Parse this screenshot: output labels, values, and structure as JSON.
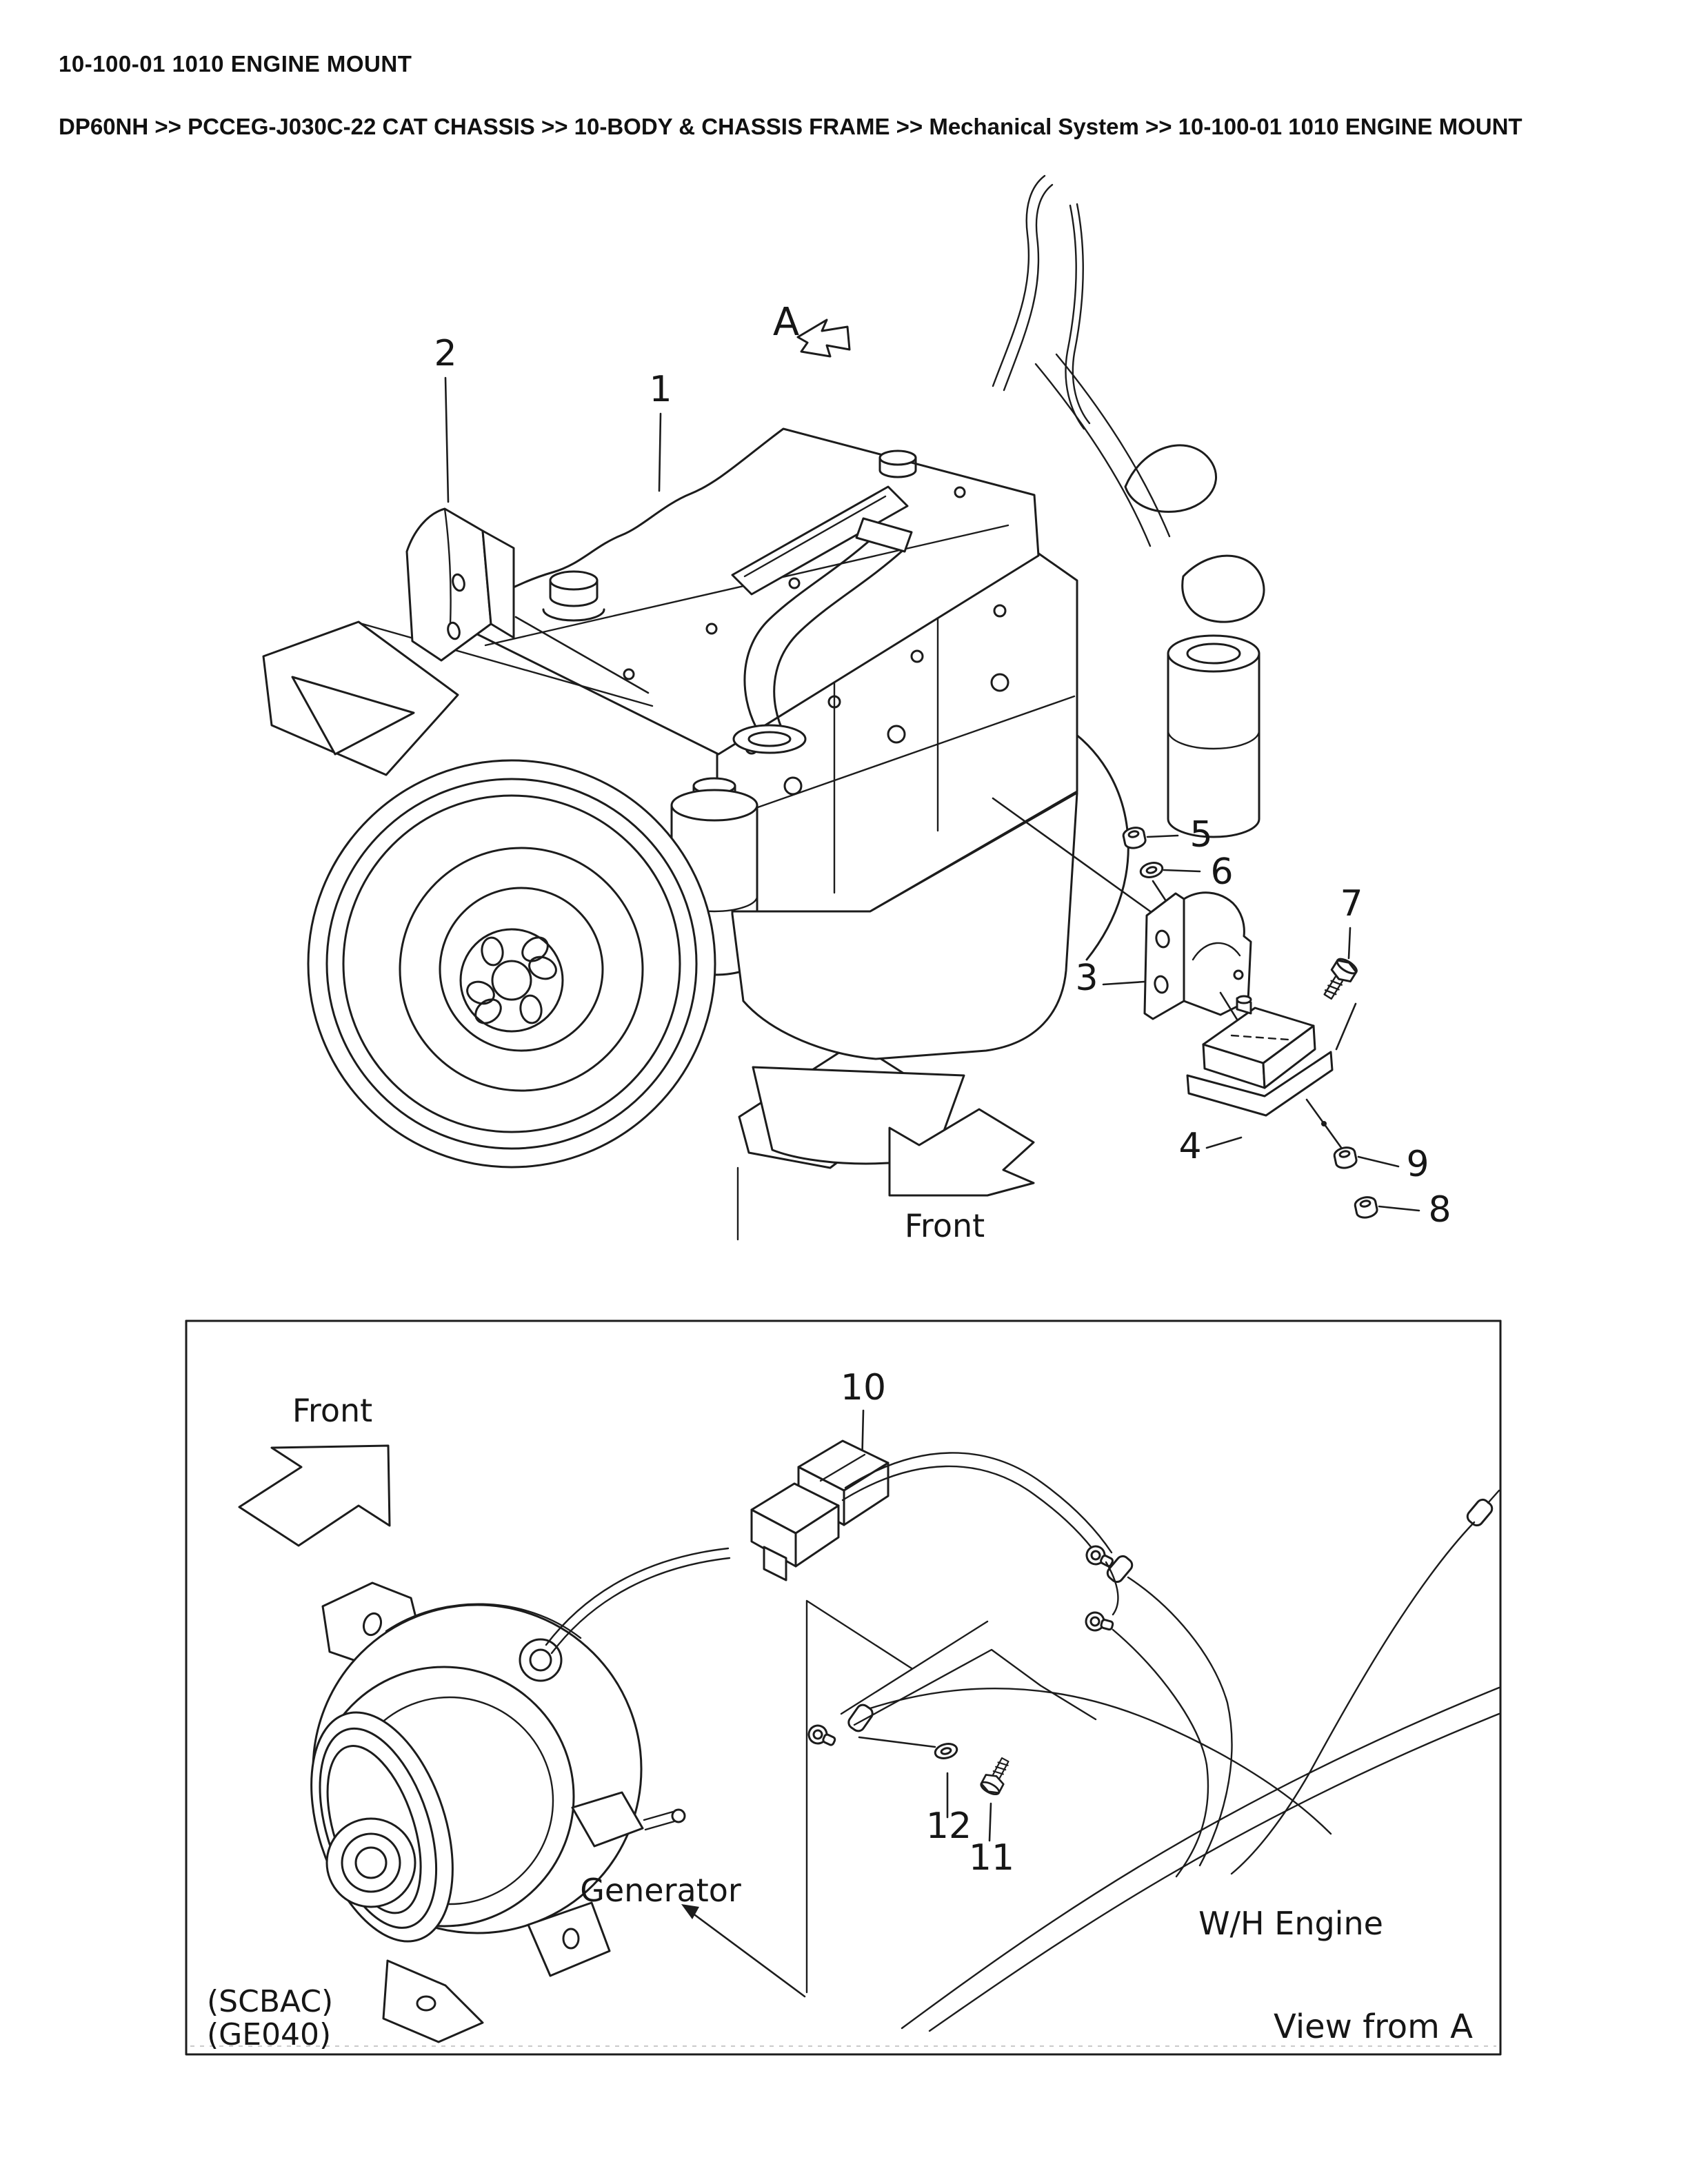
{
  "page": {
    "title": "10-100-01 1010 ENGINE MOUNT",
    "breadcrumb": "DP60NH >> PCCEG-J030C-22 CAT CHASSIS >> 10-BODY & CHASSIS FRAME >> Mechanical System >> 10-100-01 1010 ENGINE MOUNT"
  },
  "colors": {
    "ink": "#1c1c1c",
    "paper": "#ffffff"
  },
  "top_diagram": {
    "view_arrow_label": "A",
    "front_label": "Front",
    "callouts": {
      "c1": "1",
      "c2": "2",
      "c3": "3",
      "c4": "4",
      "c5": "5",
      "c6": "6",
      "c7": "7",
      "c8": "8",
      "c9": "9"
    }
  },
  "bottom_diagram": {
    "front_label": "Front",
    "callouts": {
      "c10": "10",
      "c11": "11",
      "c12": "12"
    },
    "generator_label": "Generator",
    "harness_label": "W/H Engine",
    "view_label": "View from A",
    "variant_code_1": "(SCBAC)",
    "variant_code_2": "(GE040)"
  }
}
